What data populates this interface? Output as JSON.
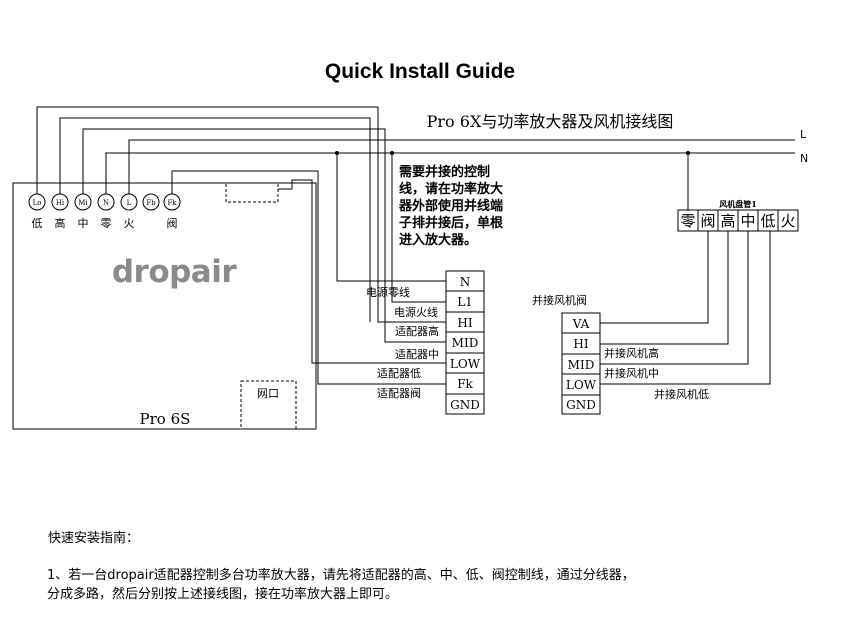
{
  "title": "Quick Install Guide",
  "subtitle": "Pro 6X与功率放大器及风机接线图",
  "mains": {
    "live": "L",
    "neutral": "N"
  },
  "controller": {
    "brand": "dropair",
    "model": "Pro 6S",
    "module_label": "网口",
    "terminals": [
      {
        "code": "Lo",
        "cn": "低"
      },
      {
        "code": "Hi",
        "cn": "高"
      },
      {
        "code": "Mi",
        "cn": "中"
      },
      {
        "code": "N",
        "cn": "零"
      },
      {
        "code": "L",
        "cn": "火"
      },
      {
        "code": "Fb",
        "cn": ""
      },
      {
        "code": "Fk",
        "cn": "阀"
      }
    ]
  },
  "parallel_note": [
    "需要并接的控制",
    "线，请在功率放大",
    "器外部使用并线端",
    "子排并接后，单根",
    "进入放大器。"
  ],
  "amplifier": {
    "terminals": [
      "N",
      "L1",
      "HI",
      "MID",
      "LOW",
      "Fk",
      "GND"
    ],
    "wire_labels": [
      "电源零线",
      "电源火线",
      "适配器高",
      "适配器中",
      "适配器低",
      "适配器阀"
    ]
  },
  "fan_valve": {
    "title": "并接风机阀",
    "terminals": [
      "VA",
      "HI",
      "MID",
      "LOW",
      "GND"
    ],
    "wire_labels": [
      "并接风机高",
      "并接风机中",
      "并接风机低"
    ]
  },
  "fan_coil": {
    "title": "风机盘管1",
    "terminals": [
      "零",
      "阀",
      "高",
      "中",
      "低",
      "火"
    ]
  },
  "instructions": {
    "heading": "快速安装指南：",
    "line1": "1、若一台dropair适配器控制多台功率放大器，请先将适配器的高、中、低、阀控制线，通过分线器，",
    "line2": "分成多路，然后分别按上述接线图，接在功率放大器上即可。"
  }
}
